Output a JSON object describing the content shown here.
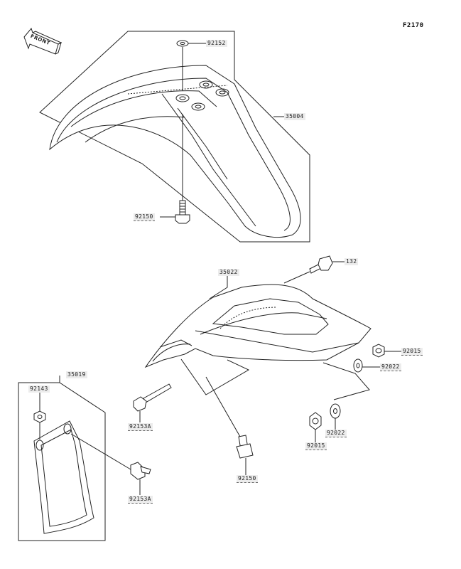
{
  "diagram_code": "F2170",
  "front_arrow_label": "FRONT",
  "parts": {
    "p92152": "92152",
    "p35004": "35004",
    "p92150_top": "92150",
    "p132": "132",
    "p35022": "35022",
    "p92015_right": "92015",
    "p92022_right": "92022",
    "p35019": "35019",
    "p92143": "92143",
    "p92153A_left": "92153A",
    "p92022_bottom": "92022",
    "p92015_bottom": "92015",
    "p92150_bottom": "92150",
    "p92153A_bottom": "92153A"
  },
  "colors": {
    "line": "#222222",
    "label_bg": "#ececec"
  }
}
